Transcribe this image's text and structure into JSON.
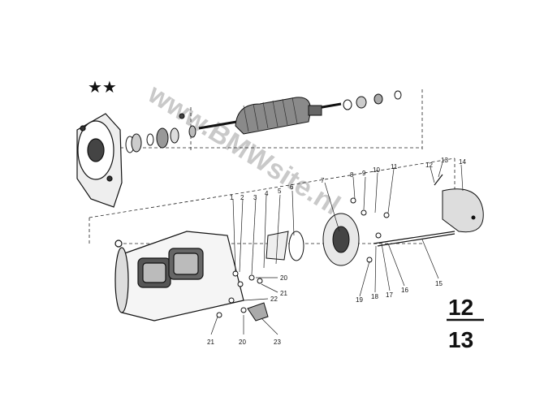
{
  "page_number": {
    "top": "12",
    "bottom": "13"
  },
  "marker": "★★",
  "watermark": "www.BMWsite.nl",
  "callouts": [
    "1",
    "2",
    "3",
    "4",
    "5",
    "6",
    "7",
    "8",
    "9",
    "10",
    "11",
    "12",
    "13",
    "14",
    "15",
    "16",
    "17",
    "18",
    "19",
    "20",
    "20",
    "21",
    "21",
    "22",
    "23"
  ]
}
